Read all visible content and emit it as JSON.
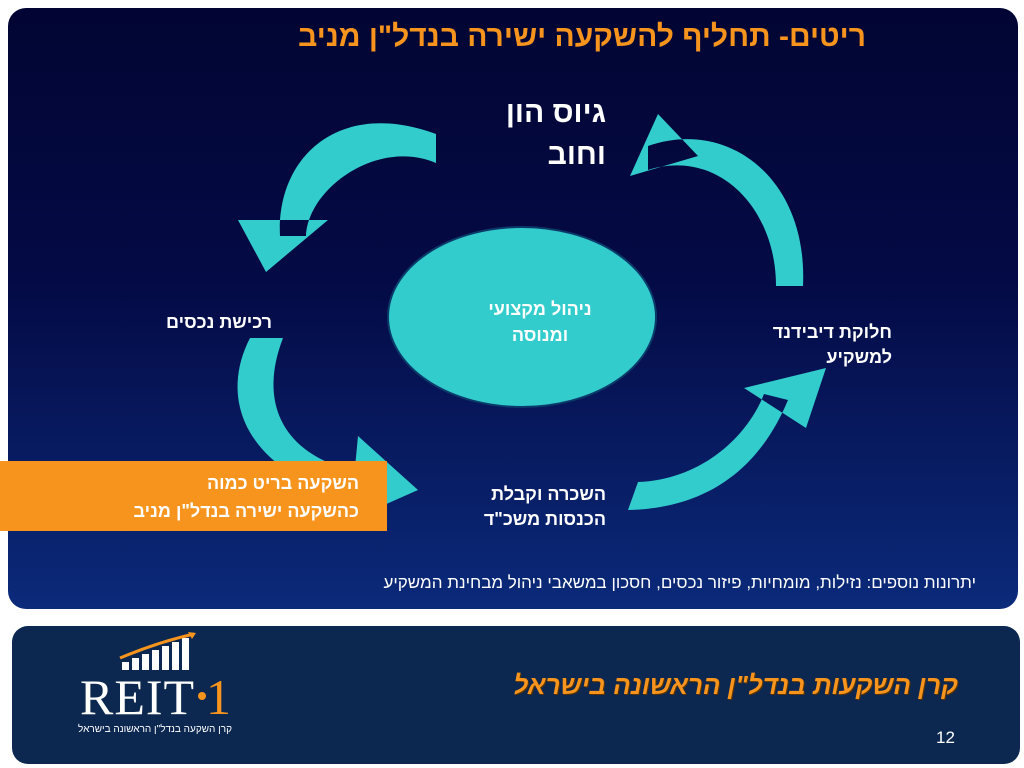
{
  "slide": {
    "title": "ריטים- תחליף להשקעה ישירה בנדל\"ן מניב",
    "cycle": {
      "top_line1": "גיוס הון",
      "top_line2": "וחוב",
      "left": "רכישת נכסים",
      "right_line1": "חלוקת דיבידנד",
      "right_line2": "למשקיע",
      "bottom_line1": "השכרה וקבלת",
      "bottom_line2": "הכנסות משכ\"ד",
      "center_line1": "ניהול מקצועי",
      "center_line2": "ומנוסה"
    },
    "callout_line1": "השקעה בריט כמוה",
    "callout_line2": "כהשקעה ישירה בנדל\"ן מניב",
    "note": "יתרונות נוספים: נזילות, מומחיות, פיזור נכסים, חסכון במשאבי ניהול מבחינת המשקיע"
  },
  "footer": {
    "logo_main": "REIT",
    "logo_number": "1",
    "logo_tagline": "קרן השקעה בנדל\"ן הראשונה בישראל",
    "slogan": "קרן השקעות בנדל\"ן הראשונה בישראל",
    "page_number": "12"
  },
  "colors": {
    "accent_orange": "#f7941d",
    "arrow_teal": "#33cccc",
    "background_navy": "#040a45",
    "footer_navy": "#0c2850"
  },
  "icons": [
    "curved-arrow-icon",
    "rising-bars-logo-icon"
  ]
}
